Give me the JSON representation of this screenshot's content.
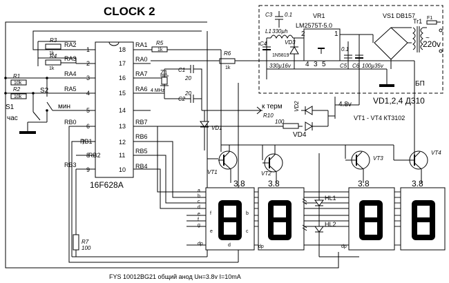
{
  "title": "CLOCK 2",
  "mcu": {
    "name": "16F628A",
    "left_pins": [
      {
        "label": "RA2",
        "num": "1"
      },
      {
        "label": "RA3",
        "num": "2"
      },
      {
        "label": "RA4",
        "num": "3"
      },
      {
        "label": "RA5",
        "num": "4"
      },
      {
        "label": "",
        "num": "5"
      },
      {
        "label": "RB0",
        "num": "6"
      },
      {
        "label": "RB1",
        "num": "7"
      },
      {
        "label": "RB2",
        "num": "8"
      },
      {
        "label": "RB3",
        "num": "9"
      }
    ],
    "right_pins": [
      {
        "label": "RA1",
        "num": "18"
      },
      {
        "label": "RA0",
        "num": "17"
      },
      {
        "label": "RA7",
        "num": "16"
      },
      {
        "label": "RA6",
        "num": "15"
      },
      {
        "label": "",
        "num": "14"
      },
      {
        "label": "RB7",
        "num": "13"
      },
      {
        "label": "RB6",
        "num": "12"
      },
      {
        "label": "RB5",
        "num": "11"
      },
      {
        "label": "RB4",
        "num": "10"
      }
    ]
  },
  "resistors": {
    "r1": {
      "name": "R1",
      "value": "10k"
    },
    "r2": {
      "name": "R2",
      "value": "10k"
    },
    "r3": {
      "name": "R3",
      "value": "1k"
    },
    "r4": {
      "name": "R4",
      "value": "1k"
    },
    "r5": {
      "name": "R5",
      "value": "1k"
    },
    "r6": {
      "name": "R6",
      "value": "1k"
    },
    "r7": {
      "name": "R7",
      "value": "100"
    },
    "r10": {
      "name": "R10",
      "value": "100"
    }
  },
  "switches": {
    "s1": {
      "name": "S1",
      "caption": "час"
    },
    "s2": {
      "name": "S2",
      "caption": "мин"
    }
  },
  "crystal": {
    "name": "Z1",
    "freq": "4 MHz"
  },
  "caps_osc": {
    "c1": {
      "name": "C1",
      "value": "20"
    },
    "c2": {
      "name": "C2",
      "value": "20"
    }
  },
  "psu": {
    "c3": {
      "name": "C3",
      "value": "0.1"
    },
    "l1": {
      "name": "L1",
      "value": "330µh"
    },
    "c4": {
      "name": "C4",
      "value": "330µ16v"
    },
    "vd3": {
      "name": "VD3",
      "value": "1N5819"
    },
    "vr1": {
      "name": "VR1",
      "value": "LM2575T-5.0"
    },
    "vr_pins": [
      "2",
      "1",
      "4",
      "3",
      "5"
    ],
    "c5": {
      "name": "C5",
      "value": "0.1"
    },
    "c6": {
      "name": "C6",
      "value": "100µ35v"
    },
    "bridge": "VS1 DB157",
    "tr": "Tr1",
    "fuse": "F1",
    "mains": "220v",
    "block": "БП"
  },
  "notes": {
    "vd_types": "VD1,2,4 Д310",
    "vt_types": "VT1 - VT4 КТ3102",
    "to_term": "к терм",
    "batt": "4.8v",
    "footer": "FYS 10012BG21 общий анод   Uн=3.8v I=10mA"
  },
  "diodes": {
    "vd1": "VD1",
    "vd2": "VD2",
    "vd4": "VD4"
  },
  "transistors": [
    "VT1",
    "VT2",
    "VT3",
    "VT4"
  ],
  "display": {
    "voltage": "3.8",
    "segments": [
      "a",
      "b",
      "c",
      "d",
      "e",
      "f",
      "g",
      "dp"
    ]
  },
  "leds": {
    "hl1": "HL1",
    "hl2": "HL2"
  }
}
